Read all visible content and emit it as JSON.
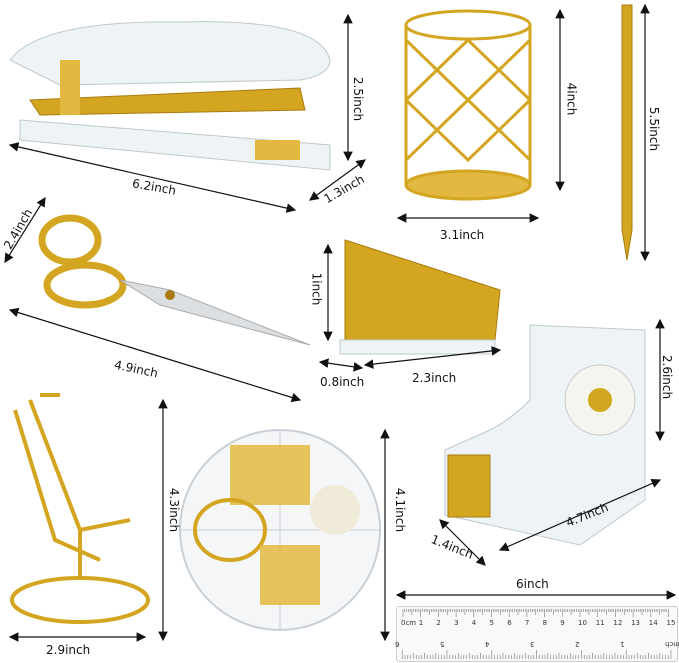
{
  "colors": {
    "gold": "#d4a520",
    "gold_dark": "#a87b10",
    "acrylic": "#e8eef2",
    "arrow": "#111111"
  },
  "products": [
    {
      "name": "stapler",
      "dimensions": [
        "2.5inch",
        "6.2inch",
        "1.3inch"
      ]
    },
    {
      "name": "pen-holder",
      "dimensions": [
        "4inch",
        "3.1inch"
      ]
    },
    {
      "name": "pen",
      "dimensions": [
        "5.5inch"
      ]
    },
    {
      "name": "scissors",
      "dimensions": [
        "2.4inch",
        "4.9inch"
      ]
    },
    {
      "name": "staple-remover",
      "dimensions": [
        "1inch",
        "0.8inch",
        "2.3inch"
      ]
    },
    {
      "name": "tape-dispenser",
      "dimensions": [
        "2.6inch",
        "4.7inch",
        "1.4inch"
      ]
    },
    {
      "name": "phone-stand",
      "dimensions": [
        "4.3inch",
        "2.9inch"
      ]
    },
    {
      "name": "clip-box",
      "dimensions": [
        "4.1inch"
      ]
    },
    {
      "name": "ruler",
      "dimensions": [
        "6inch"
      ]
    }
  ],
  "ruler": {
    "cm_ticks": [
      "0cm",
      "1",
      "2",
      "3",
      "4",
      "5",
      "6",
      "7",
      "8",
      "9",
      "10",
      "11",
      "12",
      "13",
      "14",
      "15"
    ],
    "inch_ticks": [
      "0inch",
      "1",
      "2",
      "3",
      "4",
      "5",
      "6"
    ]
  }
}
